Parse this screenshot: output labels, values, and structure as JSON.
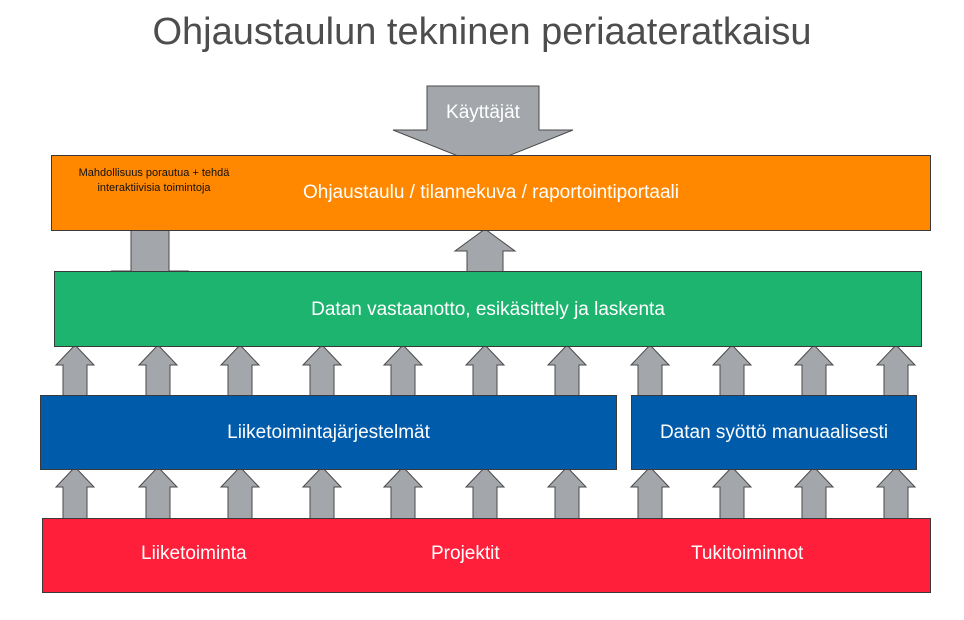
{
  "title": "Ohjaustaulun tekninen periaateratkaisu",
  "users_arrow": {
    "label": "Käyttäjät"
  },
  "dashboard": {
    "label": "Ohjaustaulu / tilannekuva / raportointiportaali",
    "note": "Mahdollisuus porautua + tehdä interaktiivisia toimintoja",
    "color": "#ff8800"
  },
  "processing": {
    "label": "Datan vastaanotto, esikäsittely ja laskenta",
    "color": "#1db470"
  },
  "business_systems": {
    "label": "Liiketoimintajärjestelmät",
    "color": "#005cab"
  },
  "manual_entry": {
    "label": "Datan syöttö manuaalisesti",
    "color": "#005cab"
  },
  "sources": {
    "color": "#ff1f3a",
    "items": [
      "Liiketoiminta",
      "Projektit",
      "Tukitoiminnot"
    ]
  },
  "arrow_color": "#a3a6ab"
}
